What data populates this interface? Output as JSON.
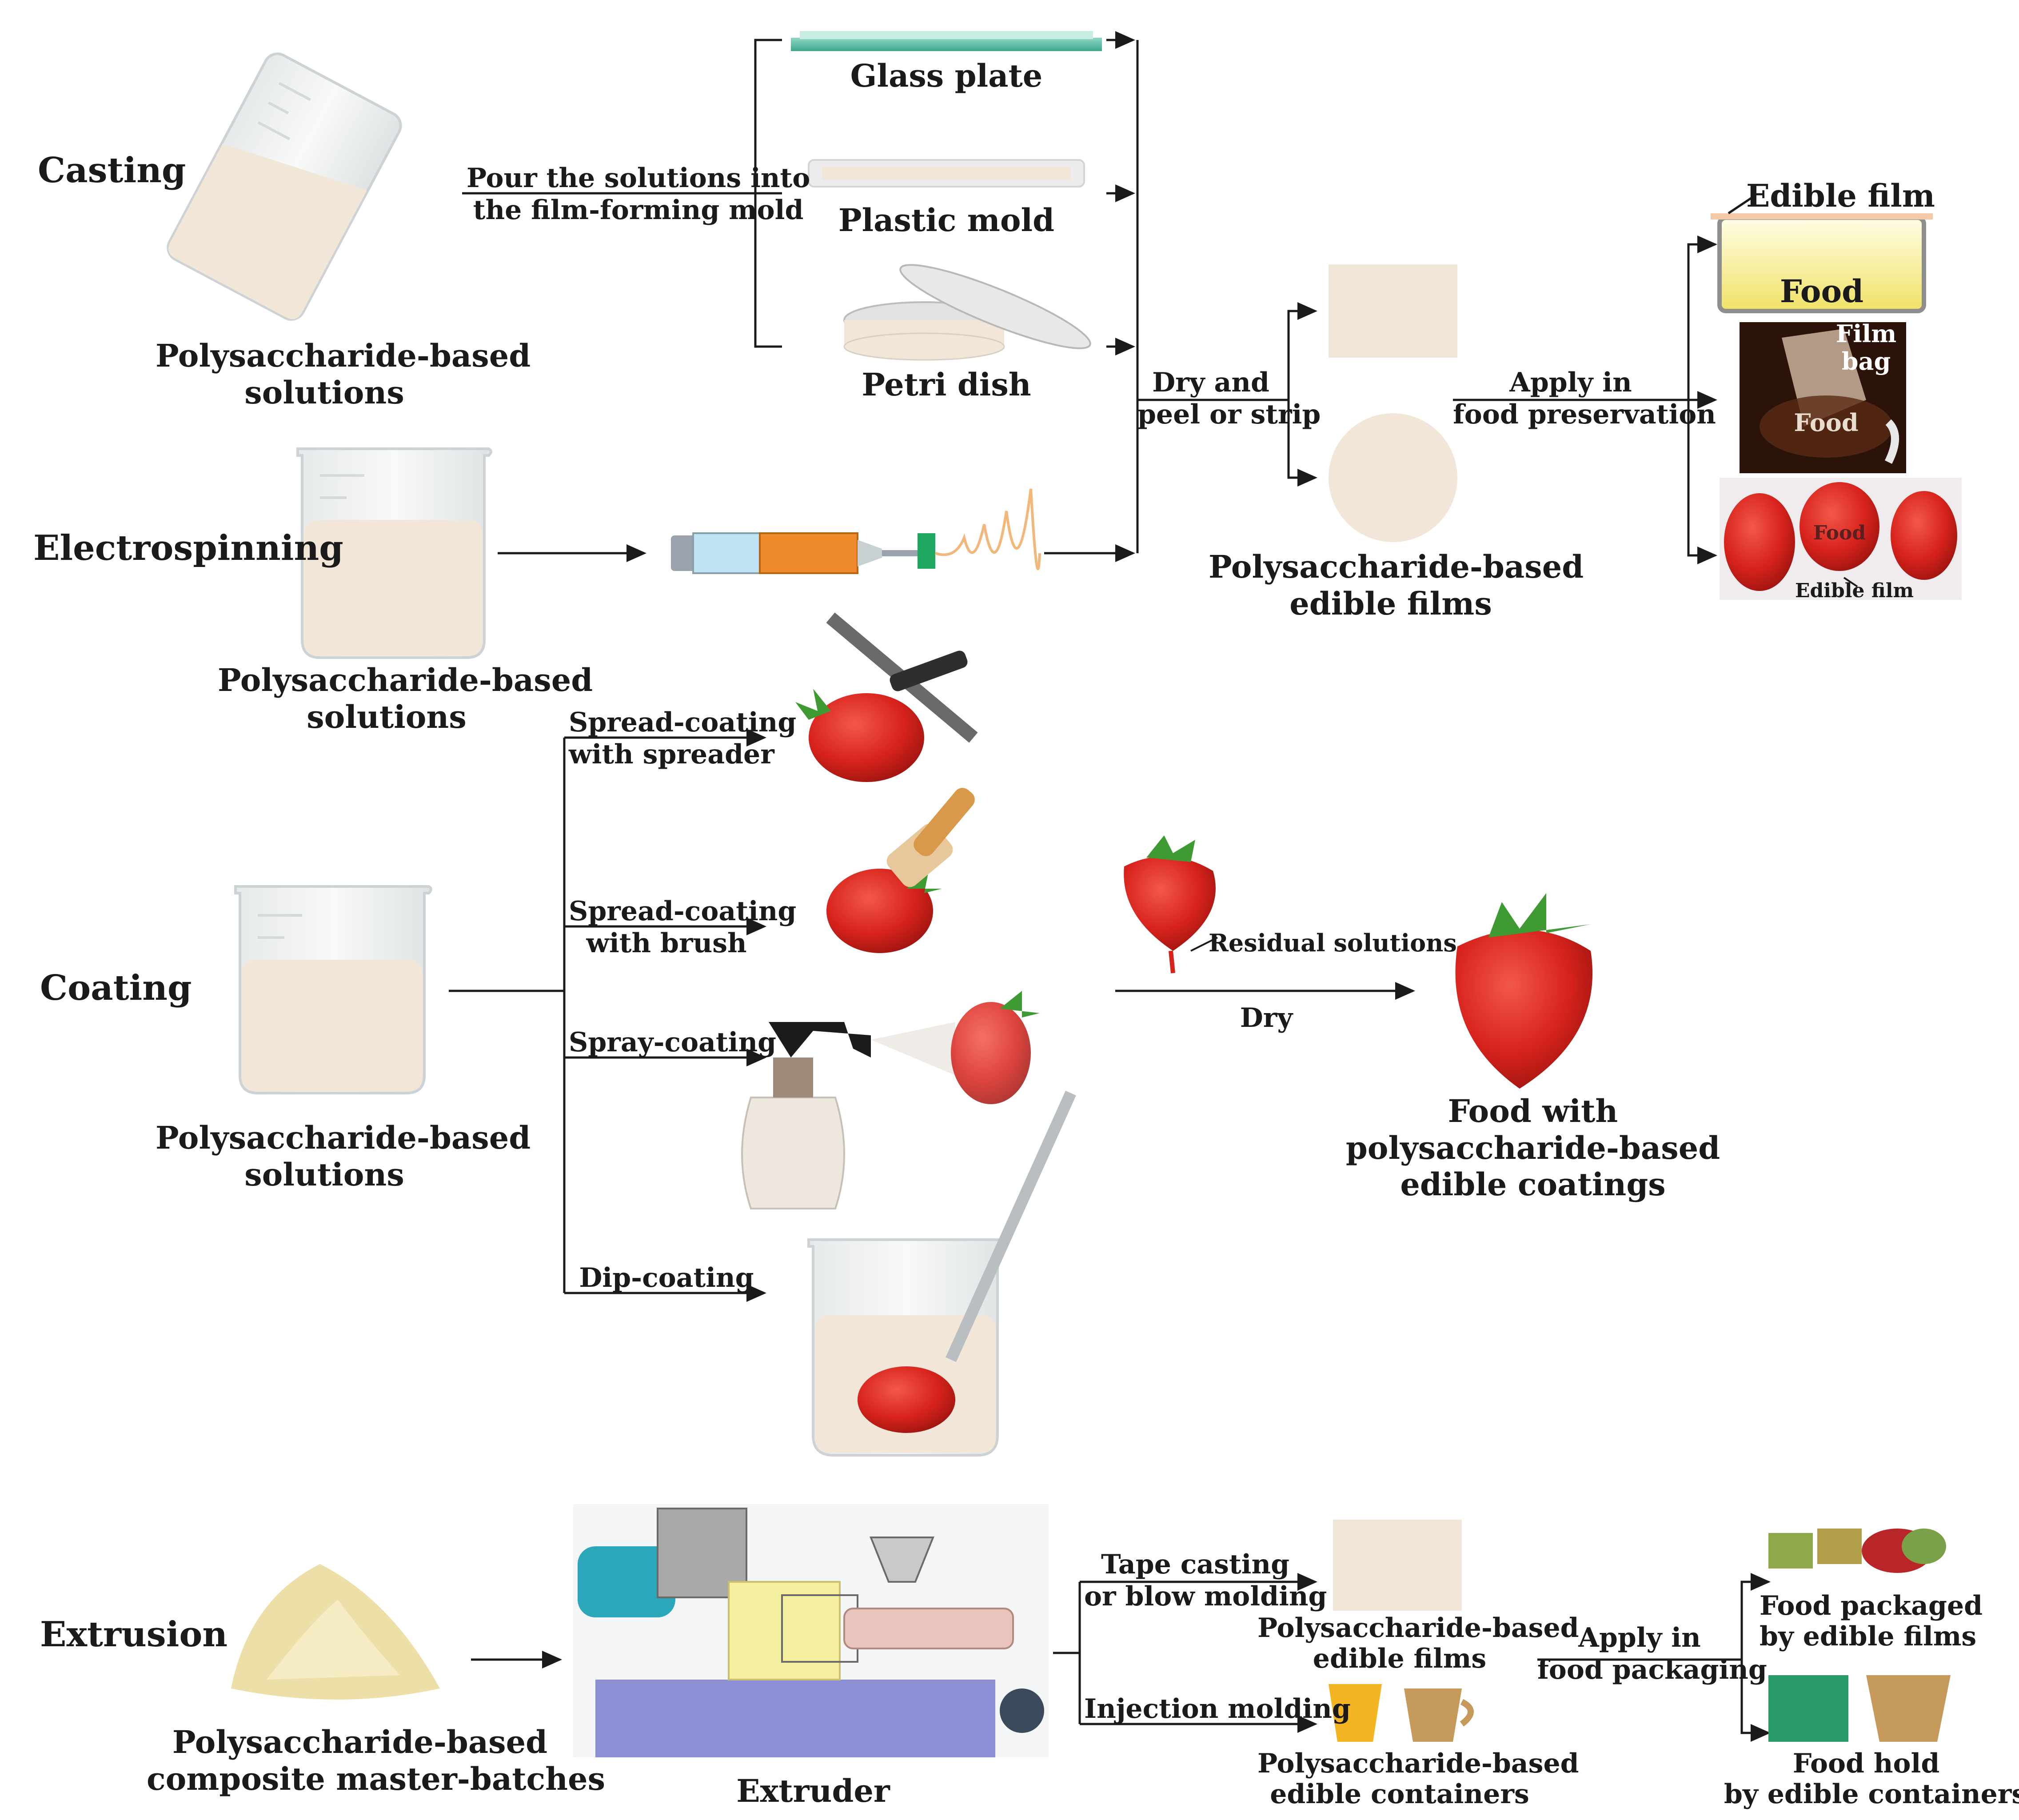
{
  "colors": {
    "solution": "#f1e6d8",
    "glass": "#e9eef0",
    "strawberry": "#d8231c",
    "leaf": "#3f9a34",
    "arrow": "#1a1a1a",
    "food_fill": "#f5ea74",
    "machine_base": "#8c8fd6",
    "machine_cyan": "#2aa7b8"
  },
  "casting": {
    "title": "Casting",
    "step": [
      "Pour the solutions into",
      "the film-forming mold"
    ],
    "solutions": [
      "Polysaccharide-based",
      "solutions"
    ],
    "molds": [
      "Glass plate",
      "Plastic mold",
      "Petri dish"
    ]
  },
  "electrospinning": {
    "title": "Electrospinning",
    "solutions": [
      "Polysaccharide-based",
      "solutions"
    ]
  },
  "films": {
    "step": [
      "Dry and",
      "peel or strip"
    ],
    "caption": [
      "Polysaccharide-based",
      "edible films"
    ],
    "apply": [
      "Apply in",
      "food preservation"
    ]
  },
  "preservation": {
    "edible_film": "Edible film",
    "food": "Food",
    "film_bag": [
      "Film",
      "bag"
    ],
    "bag_food": "Food",
    "strawberry_food": "Food",
    "strawberry_film": "Edible film"
  },
  "coating": {
    "title": "Coating",
    "solutions": [
      "Polysaccharide-based",
      "solutions"
    ],
    "methods": [
      [
        "Spread-coating",
        "with spreader"
      ],
      [
        "Spread-coating",
        "with brush"
      ],
      [
        "Spray-coating"
      ],
      [
        "Dip-coating"
      ]
    ],
    "residual": "Residual solutions",
    "dry": "Dry",
    "result": [
      "Food with",
      "polysaccharide-based",
      "edible coatings"
    ]
  },
  "extrusion": {
    "title": "Extrusion",
    "masterbatch": [
      "Polysaccharide-based",
      "composite  master-batches"
    ],
    "extruder": "Extruder",
    "tape": [
      "Tape casting",
      "or blow molding"
    ],
    "injection": "Injection molding",
    "films_caption": [
      "Polysaccharide-based",
      "edible films"
    ],
    "containers_caption": [
      "Polysaccharide-based",
      "edible containers"
    ],
    "apply": [
      "Apply in",
      "food packaging"
    ],
    "packaged": [
      "Food packaged",
      "by edible films"
    ],
    "hold": [
      "Food hold",
      "by edible containers"
    ]
  }
}
